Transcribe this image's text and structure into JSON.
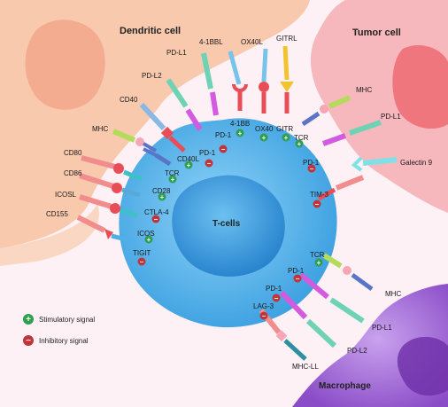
{
  "cells": {
    "dendritic": "Dendritic cell",
    "tumor": "Tumor cell",
    "tcell": "T-cells",
    "macrophage": "Macrophage"
  },
  "legend": {
    "stimulatory": "Stimulatory signal",
    "inhibitory": "Inhibitory signal"
  },
  "labels": {
    "l_41bbl": "4-1BBL",
    "l_ox40l": "OX40L",
    "l_gitrl": "GITRL",
    "l_pdl1_top": "PD-L1",
    "l_pdl2_top": "PD-L2",
    "l_cd40": "CD40",
    "l_mhc_dc": "MHC",
    "l_cd80": "CD80",
    "l_cd86": "CD86",
    "l_icosl": "ICOSL",
    "l_cd155": "CD155",
    "l_41bb": "4-1BB",
    "l_ox40": "OX40",
    "l_gitr": "GITR",
    "l_pd1_a": "PD-1",
    "l_pd1_b": "PD-1",
    "l_cd40l": "CD40L",
    "l_tcr_dc": "TCR",
    "l_cd28": "CD28",
    "l_ctla4": "CTLA-4",
    "l_icos": "ICOS",
    "l_tigit": "TIGIT",
    "l_mhc_tumor": "MHC",
    "l_tcr_tumor": "TCR",
    "l_pdl1_tumor": "PD-L1",
    "l_pd1_tumor": "PD-1",
    "l_galectin": "Galectin 9",
    "l_tim3": "TIM-3",
    "l_tcr_mac": "TCR",
    "l_pd1_mac1": "PD-1",
    "l_pd1_mac2": "PD-1",
    "l_lag3": "LAG-3",
    "l_mhc_mac": "MHC",
    "l_pdl1_mac": "PD-L1",
    "l_pdl2_mac": "PD-L2",
    "l_mhcll": "MHC-LL"
  },
  "colors": {
    "stimulatory": "#2e9e4f",
    "inhibitory": "#c0343a",
    "tcell_body": "#4fb0e8",
    "tcell_nucleus": "#2f8fd6",
    "dendritic": "#f8c9ad",
    "tumor": "#f6b8bc",
    "macrophage": "#9a5fd0"
  }
}
